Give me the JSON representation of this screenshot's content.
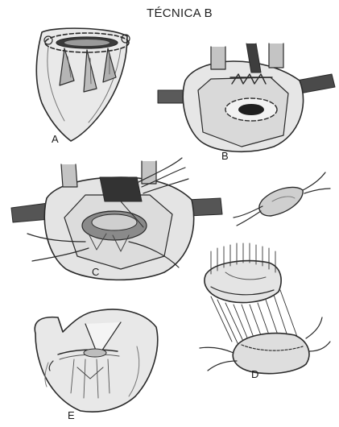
{
  "title": "TÉCNICA B",
  "panels": {
    "a": {
      "label": "A"
    },
    "b": {
      "label": "B"
    },
    "c": {
      "label": "C"
    },
    "d": {
      "label": "D"
    },
    "e": {
      "label": "E"
    }
  }
}
